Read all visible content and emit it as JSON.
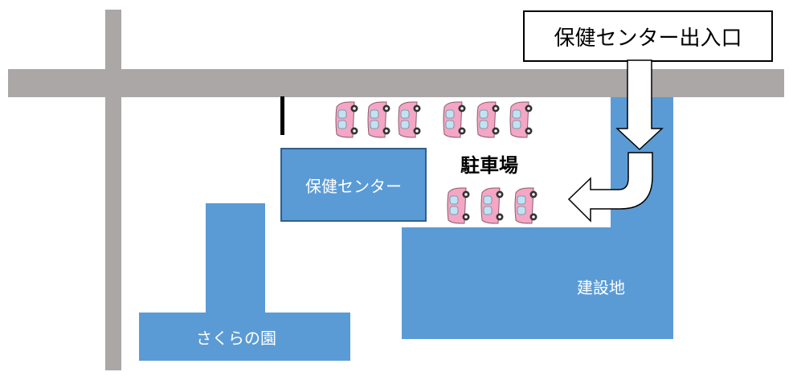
{
  "labels": {
    "entrance": "保健センター出入口",
    "health_center": "保健センター",
    "parking": "駐車場",
    "construction_site": "建設地",
    "sakura": "さくらの園"
  },
  "colors": {
    "road": "#aaa7a6",
    "building": "#5b9bd5",
    "car": "#f4a6c4"
  },
  "parking": {
    "top_row_cars": 6,
    "bottom_row_cars": 3
  }
}
